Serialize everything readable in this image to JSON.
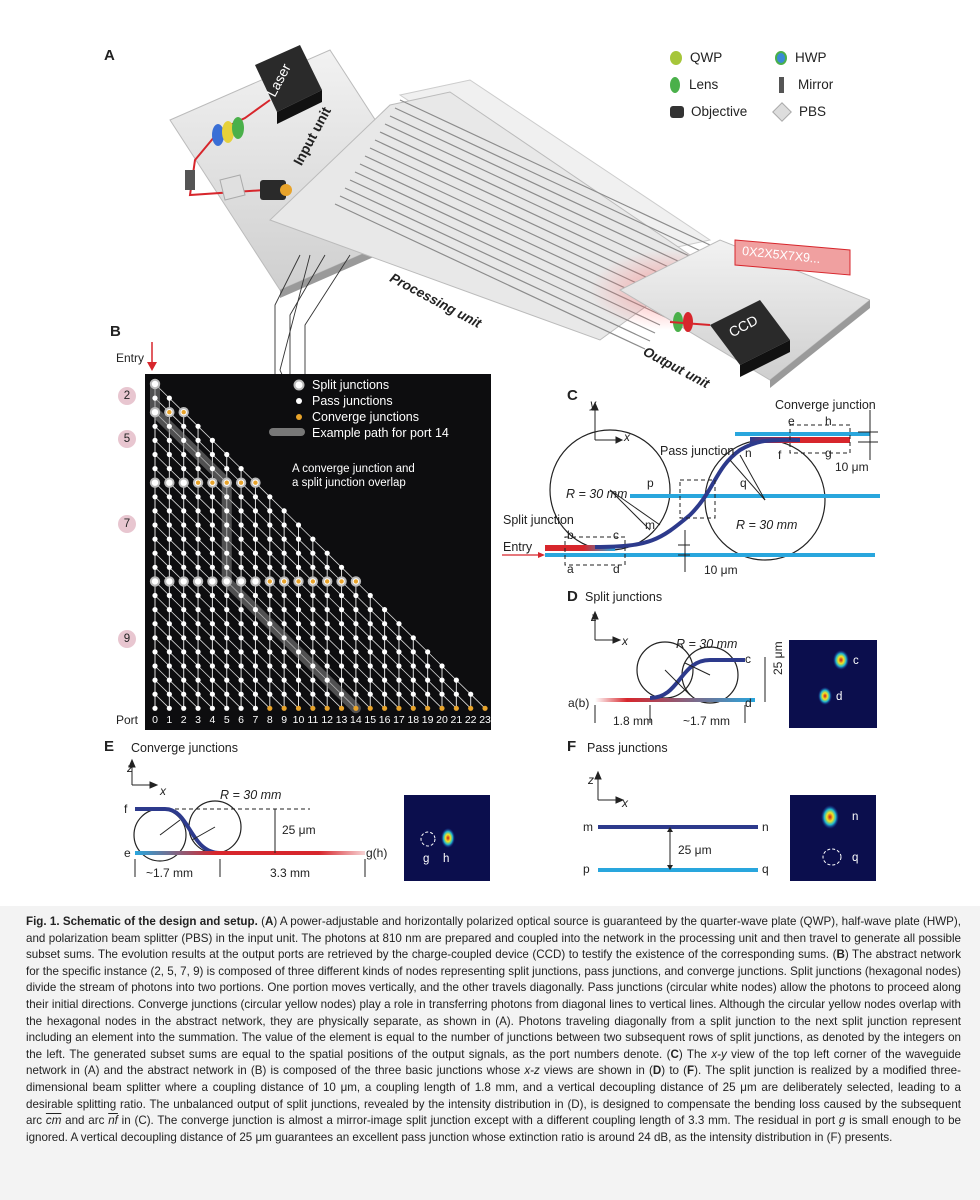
{
  "panelA": {
    "label": "A",
    "legend": {
      "qwp": "QWP",
      "hwp": "HWP",
      "lens": "Lens",
      "mirror": "Mirror",
      "objective": "Objective",
      "pbs": "PBS"
    },
    "laser": "Laser",
    "input_unit": "Input unit",
    "processing_unit": "Processing unit",
    "output_unit": "Output unit",
    "ccd": "CCD",
    "screen_text": "0X2X5X7X9..."
  },
  "panelB": {
    "label": "B",
    "entry": "Entry",
    "row_labels": [
      "2",
      "5",
      "7",
      "9"
    ],
    "port_label": "Port",
    "ports": [
      "0",
      "1",
      "2",
      "3",
      "4",
      "5",
      "6",
      "7",
      "8",
      "9",
      "10",
      "11",
      "12",
      "13",
      "14",
      "15",
      "16",
      "17",
      "18",
      "19",
      "20",
      "21",
      "22",
      "23"
    ],
    "legend": {
      "split": "Split junctions",
      "pass": "Pass junctions",
      "converge": "Converge junctions",
      "path": "Example path for port 14"
    },
    "annotation_line1": "A converge junction and",
    "annotation_line2": "a split junction overlap"
  },
  "panelC": {
    "label": "C",
    "y_axis": "y",
    "x_axis": "x",
    "converge_junction": "Converge junction",
    "pass_junction": "Pass junction",
    "split_junction": "Split junction",
    "entry": "Entry",
    "radius_left": "R = 30 mm",
    "radius_right": "R = 30 mm",
    "gap_top": "10 μm",
    "gap_bottom": "10 μm",
    "letters": {
      "a": "a",
      "b": "b",
      "c": "c",
      "d": "d",
      "e": "e",
      "f": "f",
      "g": "g",
      "h": "h",
      "m": "m",
      "n": "n",
      "p": "p",
      "q": "q"
    }
  },
  "panelD": {
    "label": "D",
    "title": "Split junctions",
    "z_axis": "z",
    "x_axis": "x",
    "radius": "R = 30 mm",
    "port_in": "a(b)",
    "port_c": "c",
    "port_d": "d",
    "len1": "1.8 mm",
    "len2": "~1.7 mm",
    "gap": "25 μm",
    "spot1": "c",
    "spot2": "d"
  },
  "panelE": {
    "label": "E",
    "title": "Converge junctions",
    "z_axis": "z",
    "x_axis": "x",
    "radius": "R = 30 mm",
    "port_f": "f",
    "port_e": "e",
    "port_out": "g(h)",
    "len1": "~1.7 mm",
    "len2": "3.3 mm",
    "gap": "25 μm",
    "spot1": "g",
    "spot2": "h"
  },
  "panelF": {
    "label": "F",
    "title": "Pass junctions",
    "z_axis": "z",
    "x_axis": "x",
    "port_m": "m",
    "port_n": "n",
    "port_p": "p",
    "port_q": "q",
    "gap": "25 μm",
    "spot1": "n",
    "spot2": "q"
  },
  "caption": {
    "title": "Fig. 1. Schematic of the design and setup.",
    "s1": " (",
    "A": "A",
    "t_a": ") A power-adjustable and horizontally polarized optical source is guaranteed by the quarter-wave plate (QWP), half-wave plate (HWP), and polarization beam splitter (PBS) in the input unit. The photons at 810 nm are prepared and coupled into the network in the processing unit and then travel to generate all possible subset sums. The evolution results at the output ports are retrieved by the charge-coupled device (CCD) to testify the existence of the corresponding sums. (",
    "B": "B",
    "t_b": ") The abstract network for the specific instance (2, 5, 7, 9) is composed of three different kinds of nodes representing split junctions, pass junctions, and converge junctions. Split junctions (hexagonal nodes) divide the stream of photons into two portions. One portion moves vertically, and the other travels diagonally. Pass junctions (circular white nodes) allow the photons to proceed along their initial directions. Converge junctions (circular yellow nodes) play a role in transferring photons from diagonal lines to vertical lines. Although the circular yellow nodes overlap with the hexagonal nodes in the abstract network, they are physically separate, as shown in (A). Photons traveling diagonally from a split junction to the next split junction represent including an element into the summation. The value of the element is equal to the number of junctions between two subsequent rows of split junctions, as denoted by the integers on the left. The generated subset sums are equal to the spatial positions of the output signals, as the port numbers denote. (",
    "C": "C",
    "t_c1": ") The ",
    "xy": "x-y",
    "t_c2": " view of the top left corner of the waveguide network in (A) and the abstract network in (B) is composed of the three basic junctions whose ",
    "xz": "x-z",
    "t_c3": " views are shown in (",
    "D": "D",
    "t_c4": ") to (",
    "F": "F",
    "t_c5": "). The split junction is realized by a modified three-dimensional beam splitter where a coupling distance of 10 μm, a coupling length of 1.8 mm, and a vertical decoupling distance of 25 μm are deliberately selected, leading to a desirable splitting ratio. The unbalanced output of split junctions, revealed by the intensity distribution in (D), is designed to compensate the bending loss caused by the subsequent arc ",
    "arc1": "cm",
    "t_c6": " and arc ",
    "arc2": "nf",
    "t_c7": " in (C). The converge junction is almost a mirror-image split junction except with a different coupling length of 3.3 mm. The residual in port ",
    "g": "g",
    "t_c8": " is small enough to be ignored. A vertical decoupling distance of 25 μm guarantees an excellent pass junction whose extinction ratio is around 24 dB, as the intensity distribution in (F) presents."
  },
  "colors": {
    "dark_blue": "#2d3a8c",
    "light_blue": "#29a6dd",
    "red": "#d7262c",
    "yellow_node": "#e8a32a",
    "node_bg": "#0d0d0f",
    "row_label_bg": "#e8c6d0"
  }
}
